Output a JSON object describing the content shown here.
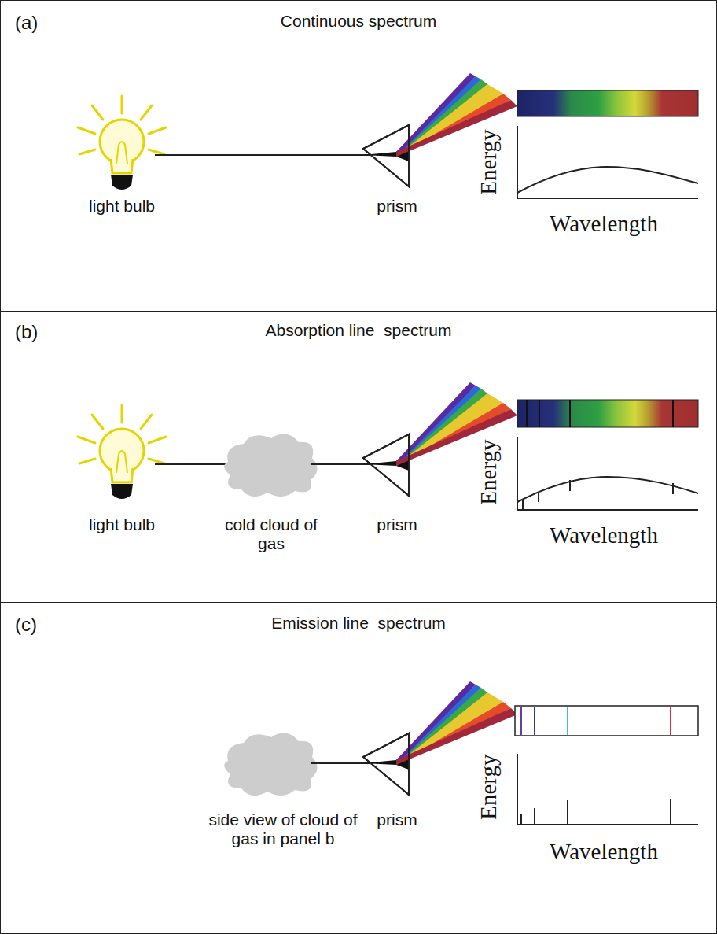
{
  "diagram": {
    "nodes": [
      {
        "text": [
          "(a)",
          "Continuous spectrum"
        ]
      },
      {
        "text": [
          "(b)",
          "Absorption line  spectrum"
        ]
      },
      {
        "text": [
          "(c)",
          "Emission line  spectrum"
        ]
      }
    ],
    "labels": [
      "light bulb",
      "prism",
      "Energy",
      "Wavelength",
      "light bulb",
      "cold cloud of gas",
      "prism",
      "Energy",
      "Wavelength",
      "side view of cloud of gas in panel b",
      "prism",
      "Energy",
      "Wavelength"
    ]
  }
}
